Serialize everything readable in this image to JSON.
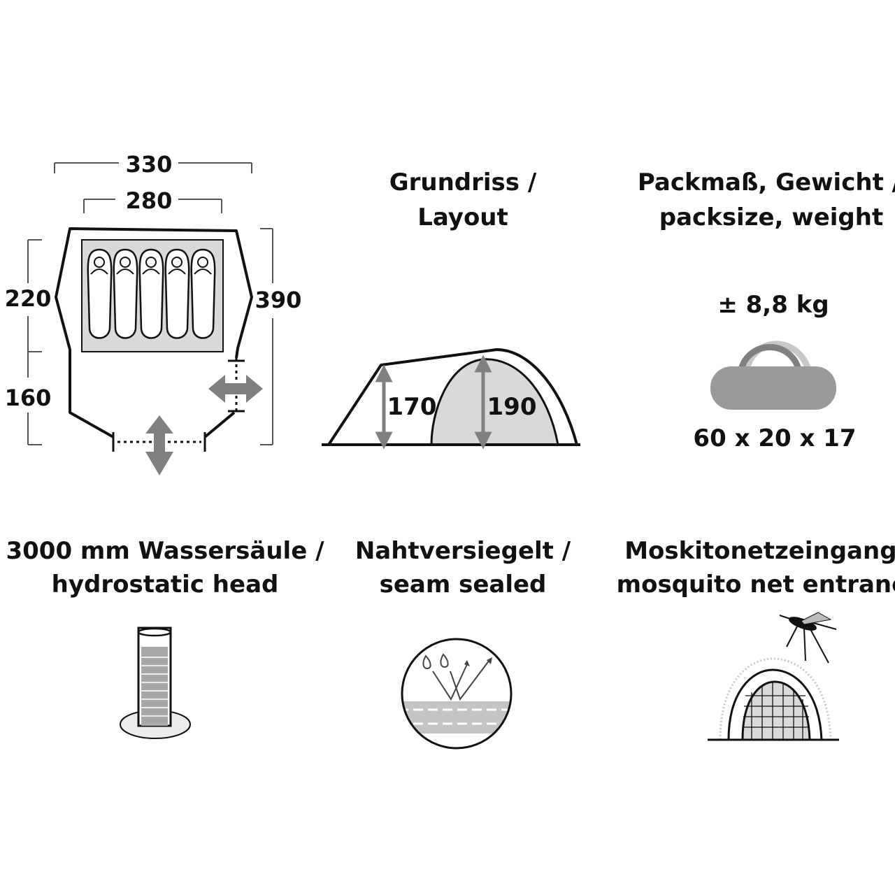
{
  "floorplan": {
    "width_outer": "330",
    "width_inner": "280",
    "depth_inner": "220",
    "depth_vestibule": "160",
    "length_total": "390"
  },
  "layout_title": {
    "line1": "Grundriss /",
    "line2": "Layout"
  },
  "side_view": {
    "height_low": "170",
    "height_high": "190"
  },
  "pack": {
    "title_line1": "Packmaß, Gewicht /",
    "title_line2": "packsize, weight",
    "weight": "± 8,8 kg",
    "dimensions": "60 x 20 x 17"
  },
  "features": [
    {
      "line1": "3000 mm Wassersäule /",
      "line2": "hydrostatic head",
      "icon": "water-column-icon"
    },
    {
      "line1": "Nahtversiegelt /",
      "line2": "seam sealed",
      "icon": "seam-sealed-icon"
    },
    {
      "line1": "Moskitonetzeingang /",
      "line2": "mosquito net entrance",
      "icon": "mosquito-net-icon"
    }
  ],
  "colors": {
    "ink": "#111111",
    "fill_light": "#d9d9d9",
    "fill_mid": "#9a9a9a",
    "arrow": "#808080"
  }
}
